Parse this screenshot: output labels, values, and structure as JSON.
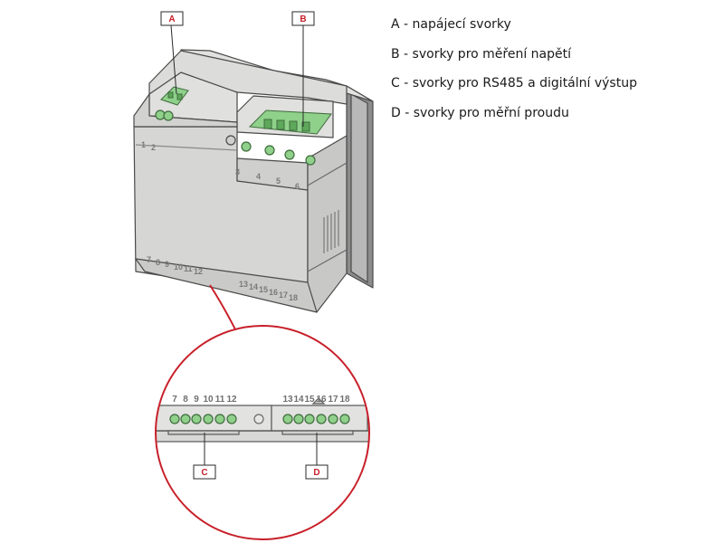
{
  "legend": [
    {
      "key": "A",
      "text": "A - napájecí svorky"
    },
    {
      "key": "B",
      "text": "B - svorky pro měření napětí"
    },
    {
      "key": "C",
      "text": "C - svorky pro RS485 a digitální výstup"
    },
    {
      "key": "D",
      "text": "D - svorky pro měřní proudu"
    }
  ],
  "callouts": {
    "A": "A",
    "B": "B",
    "C": "C",
    "D": "D"
  },
  "device_terminals": {
    "t1": "1",
    "t2": "2",
    "t3": "3",
    "t4": "4",
    "t5": "5",
    "t6": "6",
    "t7": "7",
    "t8": "8",
    "t9": "9",
    "t10": "10",
    "t11": "11",
    "t12": "12",
    "t13": "13",
    "t14": "14",
    "t15": "15",
    "t16": "16",
    "t17": "17",
    "t18": "18"
  },
  "zoom_terminals": {
    "left": [
      "7",
      "8",
      "9",
      "10",
      "11",
      "12"
    ],
    "right": [
      "13",
      "14",
      "15",
      "16",
      "17",
      "18"
    ]
  },
  "colors": {
    "accent": "#c8202a",
    "terminal_green": "#8fd08a",
    "body_grey": "#d6d6d4",
    "outline": "#4a4a4a"
  }
}
